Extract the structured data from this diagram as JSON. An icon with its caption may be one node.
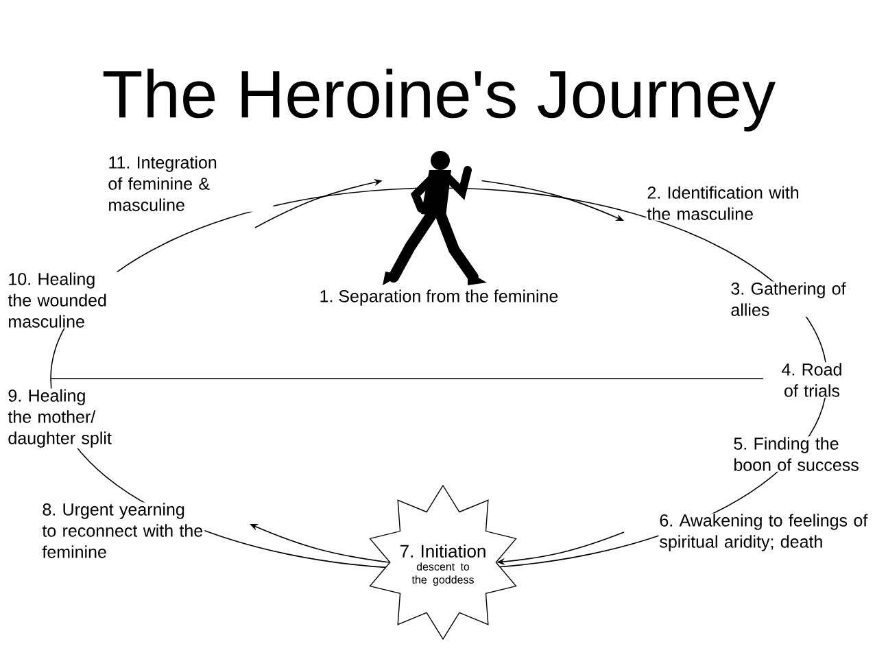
{
  "diagram": {
    "title": "The Heroine's Journey",
    "nodes": [
      {
        "text": [],
        "shape": "person",
        "beside": [
          "1. Separation from the feminine"
        ]
      },
      {
        "text": [
          "7. Initiation",
          "descent to the goddess"
        ]
      }
    ],
    "edges": [
      {
        "from": null,
        "to": 0,
        "arrow": "to"
      },
      {
        "from": 0,
        "to": null,
        "arrow": "to"
      },
      {
        "from": null,
        "to": 1,
        "arrow": "to"
      },
      {
        "from": 1,
        "to": null,
        "arrow": "to"
      }
    ],
    "labels": [
      "11. Integration of feminine & masculine",
      "2. Identification with the masculine",
      "10. Healing the wounded masculine",
      "3. Gathering of allies",
      "4. Road of trials",
      "9. Healing the mother/ daughter split",
      "5. Finding the boon of success",
      "8. Urgent yearning to reconnect with the feminine",
      "6. Awakening to feelings of spiritual aridity; death"
    ]
  }
}
